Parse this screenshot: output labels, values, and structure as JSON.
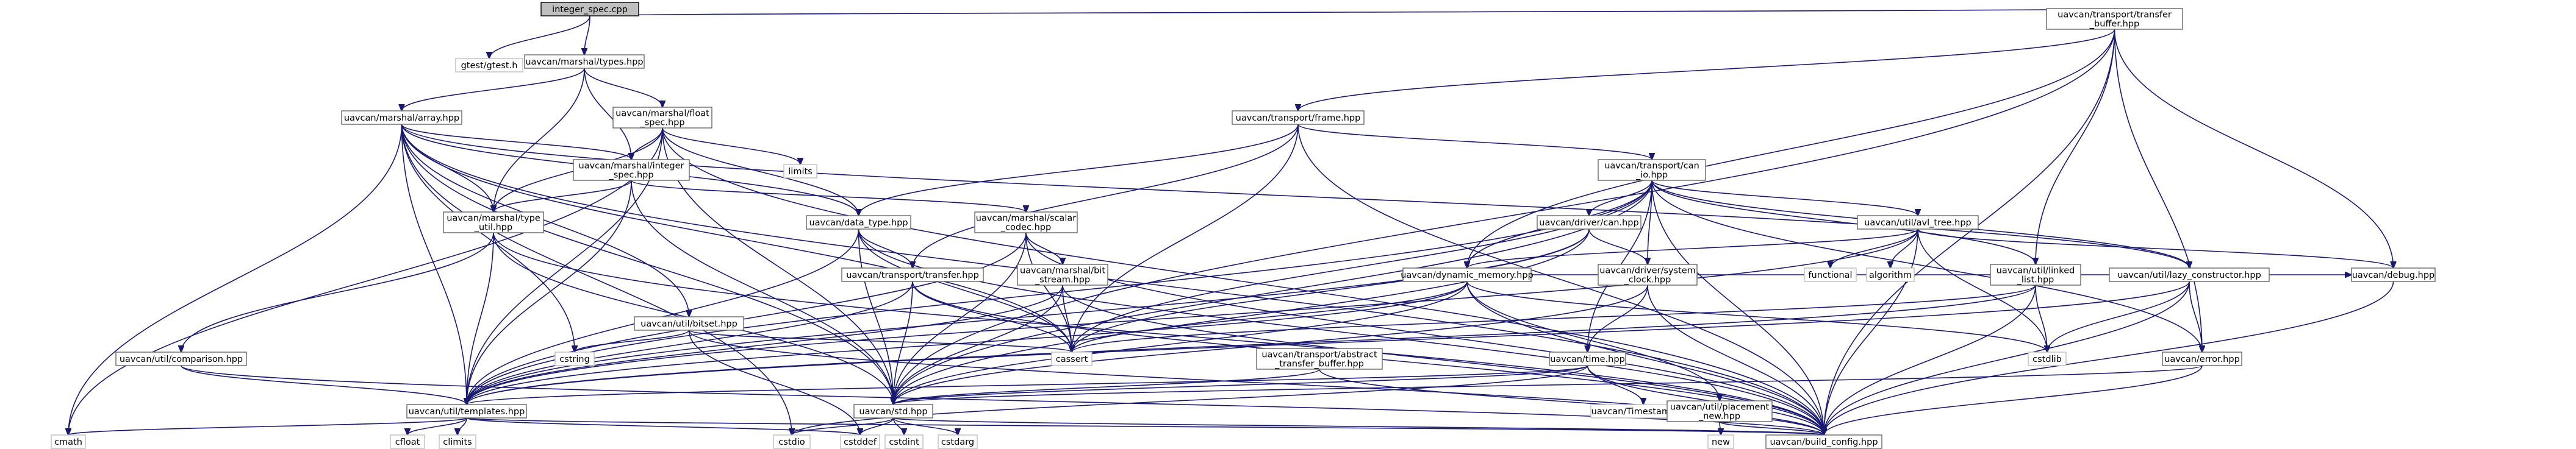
{
  "graph": {
    "colors": {
      "edge": "#191970",
      "root_fill": "#bfbfbf",
      "node_border": "#666666",
      "external_border": "#bfbfbf"
    },
    "nodes": [
      {
        "id": "integer_spec_cpp",
        "lines": [
          "integer_spec.cpp"
        ],
        "kind": "root"
      },
      {
        "id": "gtest",
        "lines": [
          "gtest/gtest.h"
        ],
        "kind": "ext"
      },
      {
        "id": "types",
        "lines": [
          "uavcan/marshal/types.hpp"
        ],
        "kind": "dep"
      },
      {
        "id": "transfer_buffer",
        "lines": [
          "uavcan/transport/transfer",
          "_buffer.hpp"
        ],
        "kind": "dep"
      },
      {
        "id": "array",
        "lines": [
          "uavcan/marshal/array.hpp"
        ],
        "kind": "dep"
      },
      {
        "id": "float_spec",
        "lines": [
          "uavcan/marshal/float",
          "_spec.hpp"
        ],
        "kind": "dep"
      },
      {
        "id": "frame",
        "lines": [
          "uavcan/transport/frame.hpp"
        ],
        "kind": "dep"
      },
      {
        "id": "limits",
        "lines": [
          "limits"
        ],
        "kind": "ext"
      },
      {
        "id": "integer_spec",
        "lines": [
          "uavcan/marshal/integer",
          "_spec.hpp"
        ],
        "kind": "dep"
      },
      {
        "id": "can_io",
        "lines": [
          "uavcan/transport/can",
          "_io.hpp"
        ],
        "kind": "dep"
      },
      {
        "id": "type_util",
        "lines": [
          "uavcan/marshal/type",
          "_util.hpp"
        ],
        "kind": "dep"
      },
      {
        "id": "data_type",
        "lines": [
          "uavcan/data_type.hpp"
        ],
        "kind": "dep"
      },
      {
        "id": "scalar_codec",
        "lines": [
          "uavcan/marshal/scalar",
          "_codec.hpp"
        ],
        "kind": "dep"
      },
      {
        "id": "driver_can",
        "lines": [
          "uavcan/driver/can.hpp"
        ],
        "kind": "dep"
      },
      {
        "id": "avl_tree",
        "lines": [
          "uavcan/util/avl_tree.hpp"
        ],
        "kind": "dep"
      },
      {
        "id": "bit_stream",
        "lines": [
          "uavcan/marshal/bit",
          "_stream.hpp"
        ],
        "kind": "dep"
      },
      {
        "id": "transfer",
        "lines": [
          "uavcan/transport/transfer.hpp"
        ],
        "kind": "dep"
      },
      {
        "id": "dynamic_memory",
        "lines": [
          "uavcan/dynamic_memory.hpp"
        ],
        "kind": "dep"
      },
      {
        "id": "system_clock",
        "lines": [
          "uavcan/driver/system",
          "_clock.hpp"
        ],
        "kind": "dep"
      },
      {
        "id": "functional",
        "lines": [
          "functional"
        ],
        "kind": "ext"
      },
      {
        "id": "algorithm",
        "lines": [
          "algorithm"
        ],
        "kind": "ext"
      },
      {
        "id": "linked_list",
        "lines": [
          "uavcan/util/linked",
          "_list.hpp"
        ],
        "kind": "dep"
      },
      {
        "id": "lazy_constructor",
        "lines": [
          "uavcan/util/lazy_constructor.hpp"
        ],
        "kind": "dep"
      },
      {
        "id": "debug",
        "lines": [
          "uavcan/debug.hpp"
        ],
        "kind": "dep"
      },
      {
        "id": "bitset",
        "lines": [
          "uavcan/util/bitset.hpp"
        ],
        "kind": "dep"
      },
      {
        "id": "comparison",
        "lines": [
          "uavcan/util/comparison.hpp"
        ],
        "kind": "dep"
      },
      {
        "id": "cstring",
        "lines": [
          "cstring"
        ],
        "kind": "ext"
      },
      {
        "id": "cassert",
        "lines": [
          "cassert"
        ],
        "kind": "ext"
      },
      {
        "id": "abstract_transfer_buffer",
        "lines": [
          "uavcan/transport/abstract",
          "_transfer_buffer.hpp"
        ],
        "kind": "dep"
      },
      {
        "id": "time",
        "lines": [
          "uavcan/time.hpp"
        ],
        "kind": "dep"
      },
      {
        "id": "cstdlib",
        "lines": [
          "cstdlib"
        ],
        "kind": "ext"
      },
      {
        "id": "error",
        "lines": [
          "uavcan/error.hpp"
        ],
        "kind": "dep"
      },
      {
        "id": "templates",
        "lines": [
          "uavcan/util/templates.hpp"
        ],
        "kind": "dep"
      },
      {
        "id": "std",
        "lines": [
          "uavcan/std.hpp"
        ],
        "kind": "dep"
      },
      {
        "id": "timestamp",
        "lines": [
          "uavcan/Timestamp.hpp"
        ],
        "kind": "ext"
      },
      {
        "id": "placement_new",
        "lines": [
          "uavcan/util/placement",
          "_new.hpp"
        ],
        "kind": "dep"
      },
      {
        "id": "cmath",
        "lines": [
          "cmath"
        ],
        "kind": "ext"
      },
      {
        "id": "cfloat",
        "lines": [
          "cfloat"
        ],
        "kind": "ext"
      },
      {
        "id": "climits",
        "lines": [
          "climits"
        ],
        "kind": "ext"
      },
      {
        "id": "cstdio",
        "lines": [
          "cstdio"
        ],
        "kind": "ext"
      },
      {
        "id": "cstddef",
        "lines": [
          "cstddef"
        ],
        "kind": "ext"
      },
      {
        "id": "cstdint",
        "lines": [
          "cstdint"
        ],
        "kind": "ext"
      },
      {
        "id": "cstdarg",
        "lines": [
          "cstdarg"
        ],
        "kind": "ext"
      },
      {
        "id": "new",
        "lines": [
          "new"
        ],
        "kind": "ext"
      },
      {
        "id": "build_config",
        "lines": [
          "uavcan/build_config.hpp"
        ],
        "kind": "dep"
      }
    ],
    "edges": [
      [
        "integer_spec_cpp",
        "gtest"
      ],
      [
        "integer_spec_cpp",
        "types"
      ],
      [
        "integer_spec_cpp",
        "transfer_buffer"
      ],
      [
        "types",
        "array"
      ],
      [
        "types",
        "float_spec"
      ],
      [
        "types",
        "integer_spec"
      ],
      [
        "types",
        "type_util"
      ],
      [
        "transfer_buffer",
        "frame"
      ],
      [
        "transfer_buffer",
        "dynamic_memory"
      ],
      [
        "transfer_buffer",
        "linked_list"
      ],
      [
        "transfer_buffer",
        "debug"
      ],
      [
        "transfer_buffer",
        "std"
      ],
      [
        "transfer_buffer",
        "error"
      ],
      [
        "transfer_buffer",
        "build_config"
      ],
      [
        "array",
        "integer_spec"
      ],
      [
        "array",
        "type_util"
      ],
      [
        "array",
        "templates"
      ],
      [
        "array",
        "cmath"
      ],
      [
        "array",
        "cstdio"
      ],
      [
        "array",
        "cstring"
      ],
      [
        "array",
        "std"
      ],
      [
        "array",
        "bitset"
      ],
      [
        "array",
        "cassert"
      ],
      [
        "array",
        "data_type"
      ],
      [
        "array",
        "build_config"
      ],
      [
        "array",
        "lazy_constructor"
      ],
      [
        "float_spec",
        "integer_spec"
      ],
      [
        "float_spec",
        "type_util"
      ],
      [
        "float_spec",
        "limits"
      ],
      [
        "float_spec",
        "cmath"
      ],
      [
        "float_spec",
        "std"
      ],
      [
        "float_spec",
        "templates"
      ],
      [
        "float_spec",
        "build_config"
      ],
      [
        "float_spec",
        "data_type"
      ],
      [
        "frame",
        "transfer"
      ],
      [
        "frame",
        "data_type"
      ],
      [
        "frame",
        "can_io"
      ],
      [
        "frame",
        "build_config"
      ],
      [
        "frame",
        "cassert"
      ],
      [
        "integer_spec",
        "scalar_codec"
      ],
      [
        "integer_spec",
        "type_util"
      ],
      [
        "integer_spec",
        "templates"
      ],
      [
        "integer_spec",
        "std"
      ],
      [
        "can_io",
        "dynamic_memory"
      ],
      [
        "can_io",
        "avl_tree"
      ],
      [
        "can_io",
        "linked_list"
      ],
      [
        "can_io",
        "system_clock"
      ],
      [
        "can_io",
        "driver_can"
      ],
      [
        "can_io",
        "time"
      ],
      [
        "can_io",
        "error"
      ],
      [
        "can_io",
        "cassert"
      ],
      [
        "can_io",
        "std"
      ],
      [
        "can_io",
        "build_config"
      ],
      [
        "can_io",
        "templates"
      ],
      [
        "can_io",
        "lazy_constructor"
      ],
      [
        "type_util",
        "comparison"
      ],
      [
        "type_util",
        "templates"
      ],
      [
        "type_util",
        "build_config"
      ],
      [
        "type_util",
        "std"
      ],
      [
        "data_type",
        "transfer"
      ],
      [
        "data_type",
        "cassert"
      ],
      [
        "data_type",
        "std"
      ],
      [
        "data_type",
        "build_config"
      ],
      [
        "data_type",
        "templates"
      ],
      [
        "scalar_codec",
        "bit_stream"
      ],
      [
        "scalar_codec",
        "cassert"
      ],
      [
        "scalar_codec",
        "std"
      ],
      [
        "scalar_codec",
        "build_config"
      ],
      [
        "scalar_codec",
        "templates"
      ],
      [
        "driver_can",
        "system_clock"
      ],
      [
        "driver_can",
        "std"
      ],
      [
        "driver_can",
        "templates"
      ],
      [
        "driver_can",
        "cassert"
      ],
      [
        "avl_tree",
        "dynamic_memory"
      ],
      [
        "avl_tree",
        "functional"
      ],
      [
        "avl_tree",
        "algorithm"
      ],
      [
        "avl_tree",
        "cstdlib"
      ],
      [
        "avl_tree",
        "debug"
      ],
      [
        "avl_tree",
        "build_config"
      ],
      [
        "avl_tree",
        "templates"
      ],
      [
        "bit_stream",
        "std"
      ],
      [
        "bit_stream",
        "cassert"
      ],
      [
        "bit_stream",
        "build_config"
      ],
      [
        "bit_stream",
        "templates"
      ],
      [
        "transfer",
        "std"
      ],
      [
        "transfer",
        "build_config"
      ],
      [
        "transfer",
        "cassert"
      ],
      [
        "transfer",
        "templates"
      ],
      [
        "dynamic_memory",
        "placement_new"
      ],
      [
        "dynamic_memory",
        "std"
      ],
      [
        "dynamic_memory",
        "cassert"
      ],
      [
        "dynamic_memory",
        "cstdlib"
      ],
      [
        "dynamic_memory",
        "templates"
      ],
      [
        "dynamic_memory",
        "debug"
      ],
      [
        "dynamic_memory",
        "build_config"
      ],
      [
        "system_clock",
        "time"
      ],
      [
        "system_clock",
        "std"
      ],
      [
        "system_clock",
        "build_config"
      ],
      [
        "linked_list",
        "cstdlib"
      ],
      [
        "linked_list",
        "cassert"
      ],
      [
        "linked_list",
        "build_config"
      ],
      [
        "linked_list",
        "templates"
      ],
      [
        "lazy_constructor",
        "cstdlib"
      ],
      [
        "lazy_constructor",
        "error"
      ],
      [
        "lazy_constructor",
        "build_config"
      ],
      [
        "lazy_constructor",
        "templates"
      ],
      [
        "debug",
        "build_config"
      ],
      [
        "bitset",
        "cstring"
      ],
      [
        "bitset",
        "cassert"
      ],
      [
        "bitset",
        "cstddef"
      ],
      [
        "bitset",
        "build_config"
      ],
      [
        "comparison",
        "templates"
      ],
      [
        "comparison",
        "build_config"
      ],
      [
        "abstract_transfer_buffer",
        "std"
      ],
      [
        "abstract_transfer_buffer",
        "build_config"
      ],
      [
        "time",
        "std"
      ],
      [
        "time",
        "timestamp"
      ],
      [
        "time",
        "build_config"
      ],
      [
        "time",
        "cstdio"
      ],
      [
        "time",
        "templates"
      ],
      [
        "error",
        "std"
      ],
      [
        "error",
        "build_config"
      ],
      [
        "templates",
        "cmath"
      ],
      [
        "templates",
        "cfloat"
      ],
      [
        "templates",
        "climits"
      ],
      [
        "templates",
        "cstddef"
      ],
      [
        "templates",
        "build_config"
      ],
      [
        "std",
        "cstdio"
      ],
      [
        "std",
        "cstddef"
      ],
      [
        "std",
        "cstdint"
      ],
      [
        "std",
        "cstdarg"
      ],
      [
        "std",
        "build_config"
      ],
      [
        "placement_new",
        "new"
      ],
      [
        "placement_new",
        "build_config"
      ]
    ]
  }
}
